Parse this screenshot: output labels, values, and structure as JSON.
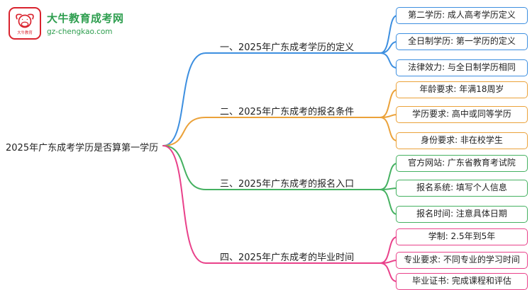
{
  "logo": {
    "site_name": "大牛教育成考网",
    "site_url": "gz-chengkao.com",
    "icon": "bull-logo-icon",
    "brand_green": "#2e9e4f",
    "brand_red": "#d9232e",
    "badge_caption": "大牛教育"
  },
  "root": {
    "title": "2025年广东成考学历是否算第一学历"
  },
  "branches": [
    {
      "label": "一、2025年广东成考学历的定义",
      "color": "#3d8fe0",
      "children": [
        "第二学历: 成人高考学历定义",
        "全日制学历: 第一学历的定义",
        "法律效力: 与全日制学历相同"
      ]
    },
    {
      "label": "二、2025年广东成考的报名条件",
      "color": "#eba23a",
      "children": [
        "年龄要求: 年满18周岁",
        "学历要求: 高中或同等学历",
        "身份要求: 非在校学生"
      ]
    },
    {
      "label": "三、2025年广东成考的报名入口",
      "color": "#45b161",
      "children": [
        "官方网站: 广东省教育考试院",
        "报名系统: 填写个人信息",
        "报名时间: 注意具体日期"
      ]
    },
    {
      "label": "四、2025年广东成考的毕业时间",
      "color": "#e9418a",
      "children": [
        "学制: 2.5年到5年",
        "专业要求: 不同专业的学习时间",
        "毕业证书: 完成课程和评估"
      ]
    }
  ]
}
